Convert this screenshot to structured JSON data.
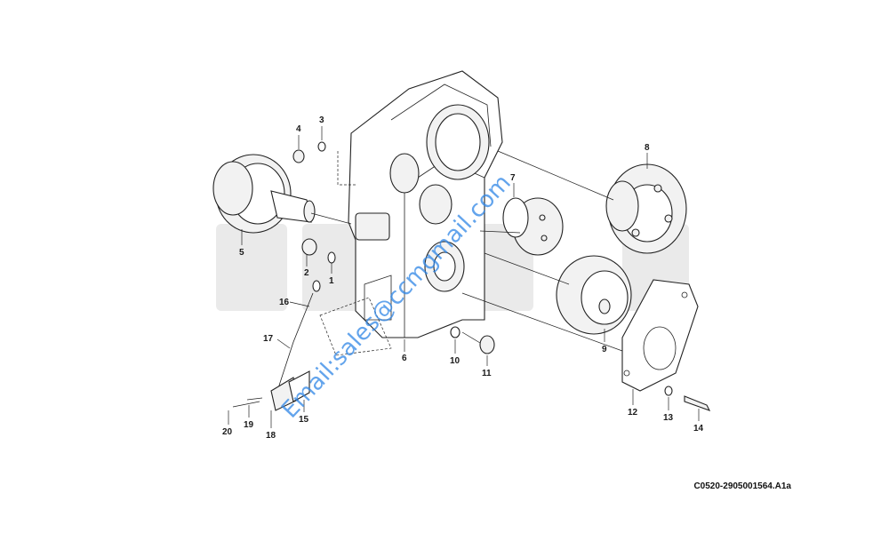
{
  "figure_code": "C0520-2905001564.A1a",
  "watermark": {
    "text": "Email:sales@ccmgmail.com",
    "color": "#2f86e6"
  },
  "callouts": {
    "c1": "1",
    "c2": "2",
    "c3": "3",
    "c4": "4",
    "c5": "5",
    "c6": "6",
    "c7": "7",
    "c8": "8",
    "c9": "9",
    "c10": "10",
    "c11": "11",
    "c12": "12",
    "c13": "13",
    "c14": "14",
    "c15": "15",
    "c16": "16",
    "c17": "17",
    "c18": "18",
    "c19": "19",
    "c20": "20"
  }
}
